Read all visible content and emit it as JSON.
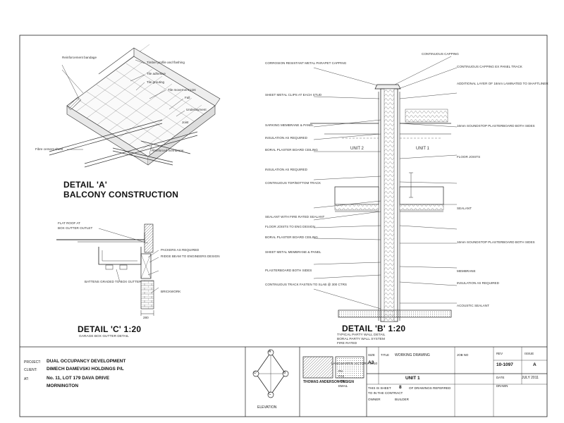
{
  "detail_a": {
    "title": "DETAIL 'A'",
    "subtitle": "BALCONY CONSTRUCTION",
    "notes": [
      "Reinforcement bandage",
      "Timber profile and flashing",
      "Tile adhesive",
      "Tile grouting",
      "Tile movement joint",
      "Fall",
      "Underlayment",
      "Joist",
      "Fibre cement sheet",
      "Reinforced membrane"
    ]
  },
  "detail_b": {
    "title": "DETAIL 'B' 1:20",
    "unit_labels": [
      "UNIT 2",
      "UNIT 1"
    ],
    "notes_left": [
      "CORROSION RESISTANT METAL PARAPET CAPPING",
      "SHEET METAL CLIPS AT EACH STUD",
      "SARKING MEMBRANE & PANEL",
      "INSULATION AS REQUIRED",
      "BORAL PLASTER BOARD CEILING",
      "INSULATION AS REQUIRED",
      "CONTINUOUS TOP/BOTTOM TRACK",
      "SEALANT WITH FIRE RATED SEALANT",
      "FLOOR JOISTS TO ENG DESIGN",
      "BORAL PLASTER BOARD CEILING",
      "SHEET METAL MEMBRANE & PANEL",
      "PLASTERBOARD BOTH SIDES",
      "CONTINUOUS TRACK FASTEN TO SLAB @ 300 CTRS"
    ],
    "notes_right": [
      "CONTINUOUS CAPPING",
      "CONTINUOUS CAPPING EX PANEL TRACK",
      "ADDITIONAL LAYER OF 16mm LAMINATED TO SHAFTLINER",
      "16mm SOUNDSTOP PLASTERBOARD BOTH SIDES",
      "FLOOR JOISTS",
      "SEALANT",
      "16mm SOUNDSTOP PLASTERBOARD BOTH SIDES",
      "MEMBRANE",
      "INSULATION AS REQUIRED",
      "ACOUSTIC SEALANT"
    ],
    "caption": [
      "TYPICAL PARTY WALL DETAIL",
      "BORAL PARTY WALL SYSTEM",
      "FIRE RATED"
    ]
  },
  "detail_c": {
    "title": "DETAIL 'C' 1:20",
    "subtitle": "GARAGE BOX GUTTER DETAIL",
    "notes": [
      "FLAT ROOF AT",
      "BOX GUTTER OUTLET",
      "PACKERS AS REQUIRED",
      "RIDGE BEAM TO ENGINEERS DESIGN",
      "BATTENS GRADED TO BOX GUTTER",
      "BRICKWORK"
    ],
    "dimension": "280"
  },
  "title_block": {
    "project_label": "PROJECT:",
    "project": "DUAL OCCUPANCY DEVELOPMENT",
    "client_label": "CLIENT:",
    "client": "DIMECH DAMEVSKI HOLDINGS P/L",
    "at_label": "AT:",
    "address_line1": "No. 11, LOT 179 DAVA DRIVE",
    "address_line2": "MORNINGTON",
    "elevation_letters": [
      "A",
      "B",
      "C",
      "D"
    ],
    "elevation_label": "ELEVATION",
    "firm": "THOMAS ANDERSON DESIGN",
    "firm_address": [
      "LANGWARRIN VICTORIA 3910"
    ],
    "firm_contacts": [
      "PH",
      "FAX",
      "MOB",
      "EMAIL"
    ],
    "size_label": "SIZE",
    "size": "A3",
    "title_label": "TITLE",
    "drawing_title": "WORKING DRAWING",
    "unit": "UNIT 1",
    "job_label": "JOB NO",
    "rev_label": "REV",
    "issue_label": "ISSUE",
    "job_no": "10-1097",
    "issue": "A",
    "date_label": "DATE",
    "date": "JULY 2011",
    "drawn_label": "DRAWN",
    "sheet_note": [
      "THIS IS SHEET",
      "OF DRAWINGS REFERRED",
      "TO IN THE CONTRACT",
      "OWNER",
      "BUILDER"
    ],
    "sheet_no": "8"
  }
}
